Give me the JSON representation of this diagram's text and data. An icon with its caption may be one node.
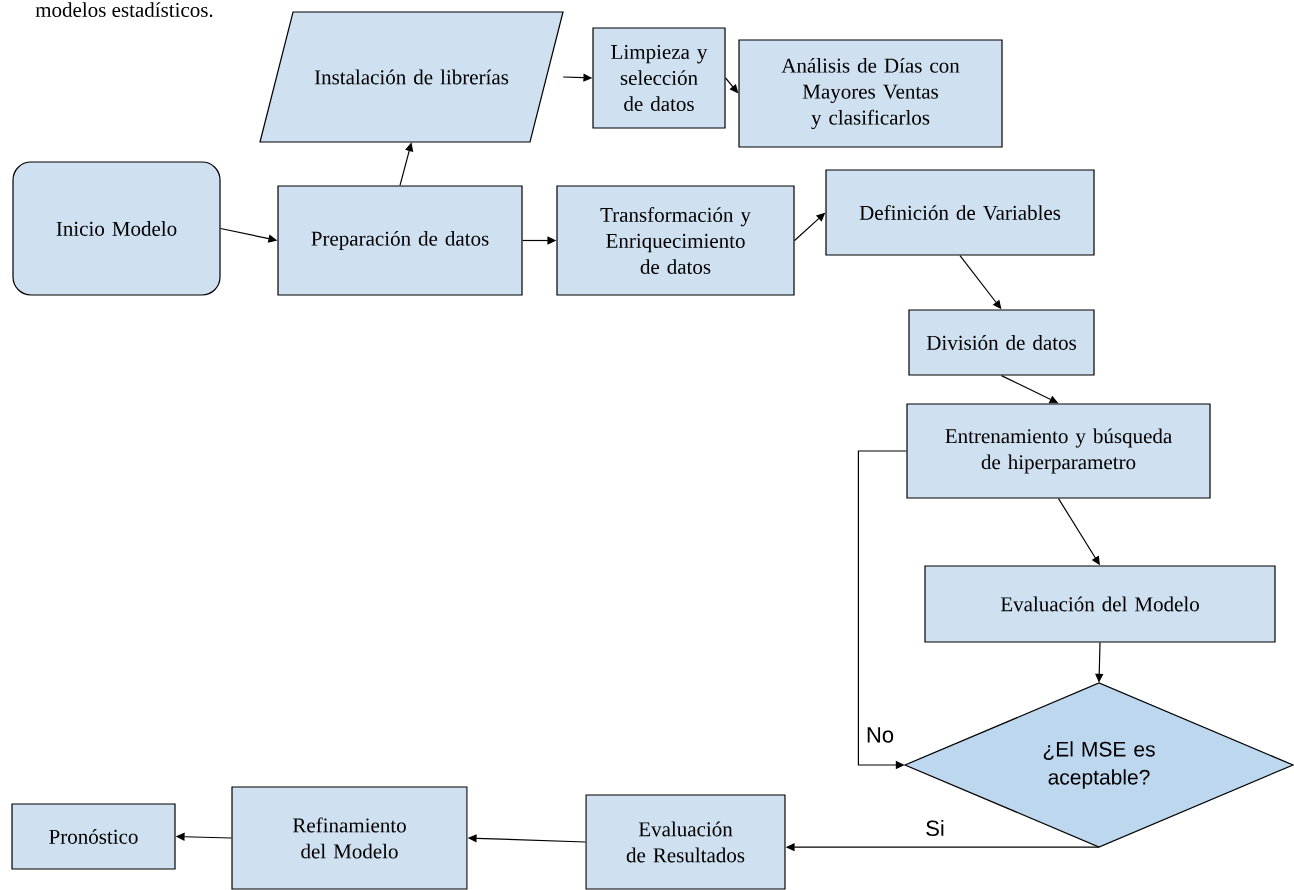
{
  "diagram": {
    "nodes": [
      {
        "text": [
          "Inicio Modelo"
        ]
      },
      {
        "text": [
          "Instalación de librerías"
        ]
      },
      {
        "text": [
          "Limpieza y selección de datos"
        ]
      },
      {
        "text": [
          "Análisis de Días con Mayores Ventas y clasificarlos"
        ]
      },
      {
        "text": [
          "Preparación de datos"
        ]
      },
      {
        "text": [
          "Transformación y Enriquecimiento de datos"
        ]
      },
      {
        "text": [
          "Definición de Variables"
        ]
      },
      {
        "text": [
          "División de datos"
        ]
      },
      {
        "text": [
          "Entrenamiento y búsqueda de hiperparametro"
        ]
      },
      {
        "text": [
          "Evaluación del Modelo"
        ]
      },
      {
        "text": [
          "¿El MSE es aceptable?"
        ]
      },
      {
        "text": [
          "Evaluación de Resultados"
        ]
      },
      {
        "text": [
          "Refinamiento del Modelo"
        ]
      },
      {
        "text": [
          "Pronóstico"
        ]
      }
    ],
    "edges": [
      {
        "from": 0,
        "to": 4,
        "arrow": "to"
      },
      {
        "from": 4,
        "to": 1,
        "arrow": "to"
      },
      {
        "from": 1,
        "to": 2,
        "arrow": "to"
      },
      {
        "from": 2,
        "to": 3,
        "arrow": "to"
      },
      {
        "from": 4,
        "to": 5,
        "arrow": "to"
      },
      {
        "from": 5,
        "to": 6,
        "arrow": "to"
      },
      {
        "from": 6,
        "to": 7,
        "arrow": "to"
      },
      {
        "from": 7,
        "to": 8,
        "arrow": "to"
      },
      {
        "from": 8,
        "to": 9,
        "arrow": "to"
      },
      {
        "from": 9,
        "to": 10,
        "arrow": "to"
      },
      {
        "from": 8,
        "to": 10,
        "arrow": "to",
        "label": "No"
      },
      {
        "from": 10,
        "to": 11,
        "arrow": "to",
        "label": "Si"
      },
      {
        "from": 11,
        "to": 12,
        "arrow": "to"
      },
      {
        "from": 12,
        "to": 13,
        "arrow": "to"
      }
    ],
    "labels": [
      "modelos estadísticos."
    ]
  }
}
